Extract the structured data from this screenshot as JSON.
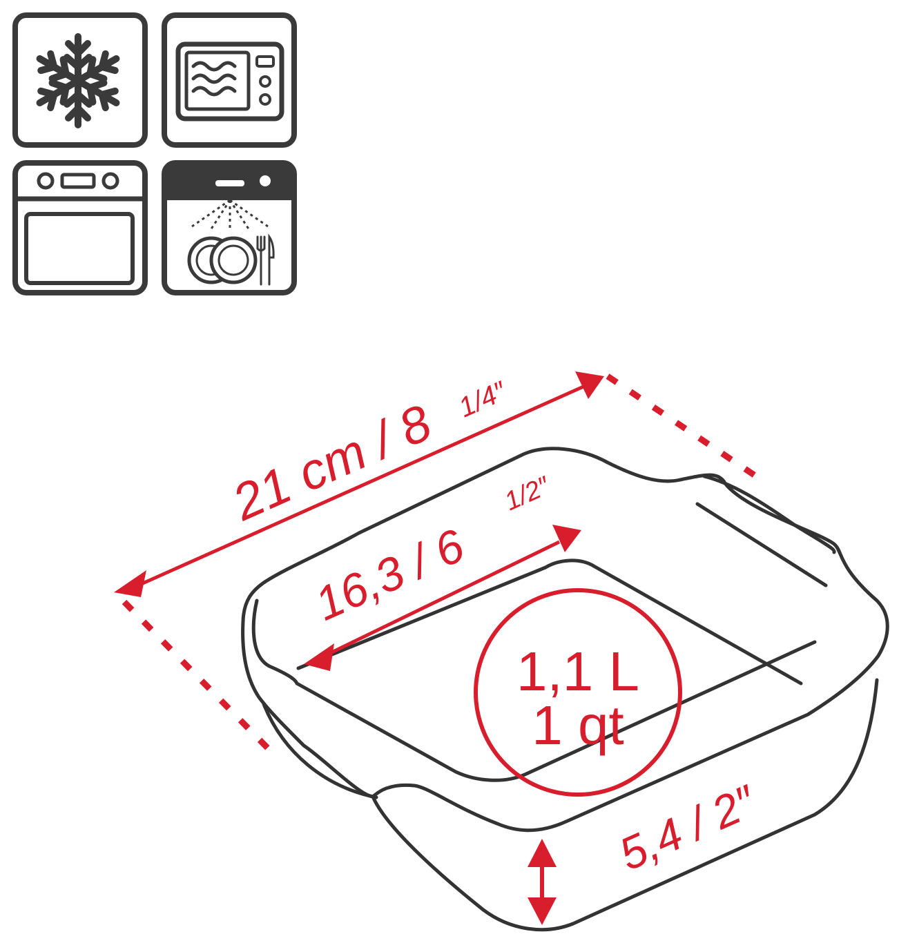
{
  "icons": [
    {
      "name": "snowflake-icon",
      "meaning": "freezer safe"
    },
    {
      "name": "microwave-icon",
      "meaning": "microwave safe"
    },
    {
      "name": "oven-icon",
      "meaning": "oven safe"
    },
    {
      "name": "dishwasher-icon",
      "meaning": "dishwasher safe"
    }
  ],
  "dimensions": {
    "outer_length": {
      "main": "21 cm / 8",
      "fraction": "1/4″"
    },
    "inner_length": {
      "main": "16,3 / 6",
      "fraction": "1/2″"
    },
    "height": "5,4 / 2″"
  },
  "volume": {
    "liters": "1,1 L",
    "quarts": "1 qt"
  },
  "colors": {
    "icon_stroke": "#3a3a3a",
    "dish_stroke": "#333333",
    "accent": "#d81e2c"
  }
}
